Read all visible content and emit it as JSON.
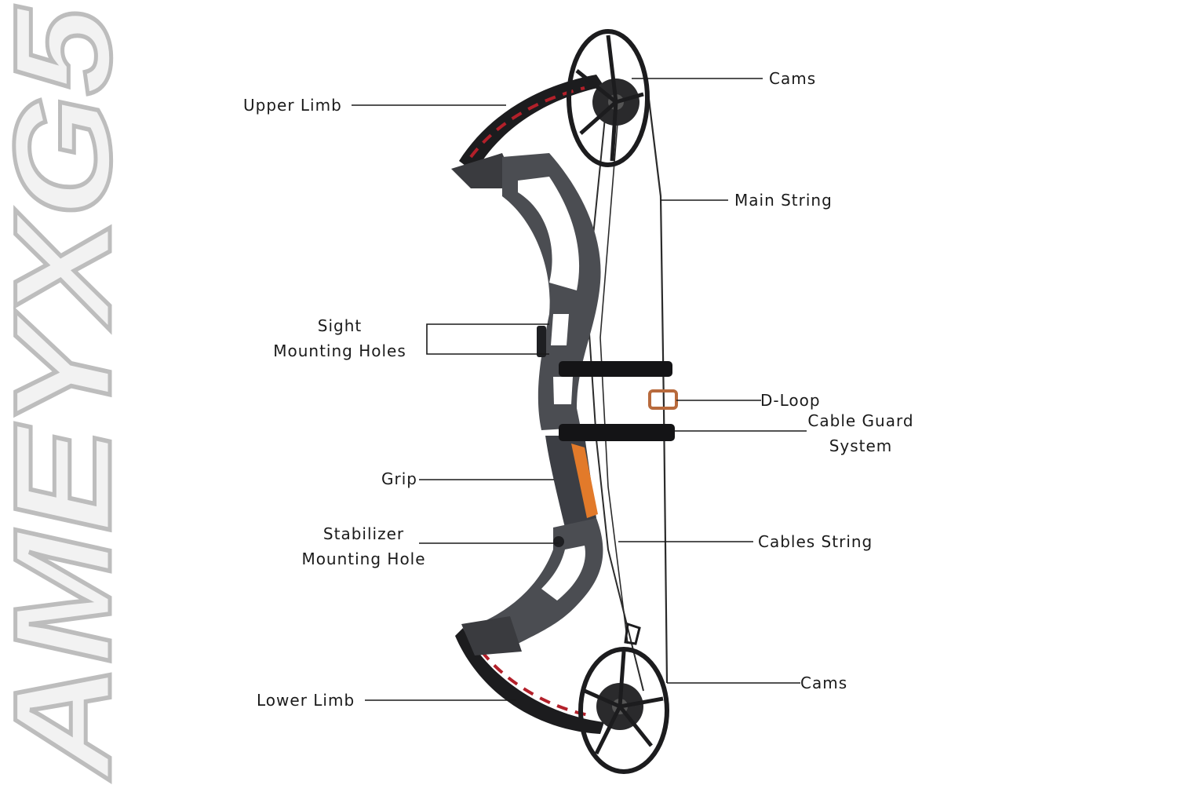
{
  "brand": {
    "wordmark": "AMEYXG5"
  },
  "labels": {
    "upper_limb": "Upper Limb",
    "cams_top": "Cams",
    "main_string": "Main String",
    "sight_line1": "Sight",
    "sight_line2": "Mounting Holes",
    "d_loop": "D-Loop",
    "cable_guard_line1": "Cable Guard",
    "cable_guard_line2": "System",
    "grip": "Grip",
    "stabilizer_line1": "Stabilizer",
    "stabilizer_line2": "Mounting Hole",
    "cables_string": "Cables String",
    "lower_limb": "Lower Limb",
    "cams_bottom": "Cams"
  },
  "colors": {
    "riser": "#4b4d52",
    "riser_dark": "#1e1f22",
    "limb_accent": "#b3202a",
    "grip_orange": "#e27a2a",
    "d_loop_copper": "#b86a3c",
    "brand_outline": "#bdbdbd"
  }
}
